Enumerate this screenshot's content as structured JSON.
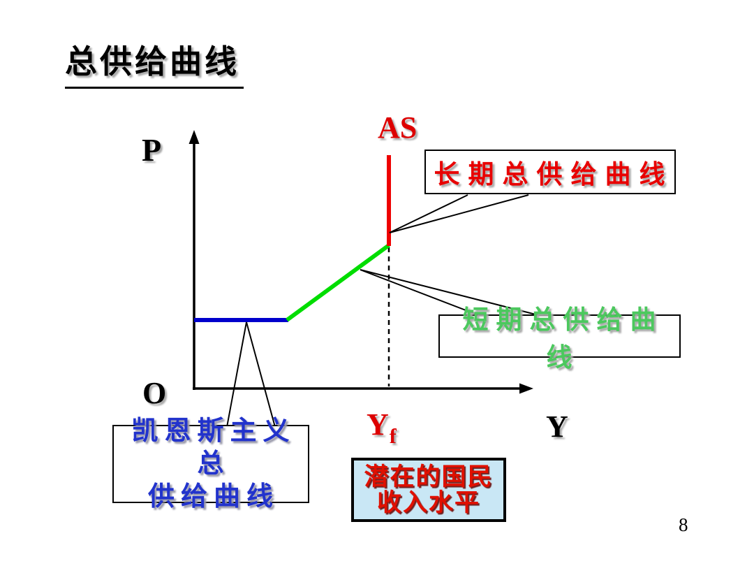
{
  "slide": {
    "title": "总供给曲线",
    "page_number": "8"
  },
  "diagram": {
    "as_label": "AS",
    "axis": {
      "y_label": "P",
      "origin_label": "O",
      "x_label": "Y"
    },
    "yf_marker": {
      "base": "Y",
      "subscript": "f"
    },
    "segments": {
      "keynesian_color": "#0000cc",
      "short_run_color": "#00dd00",
      "long_run_color": "#ee0000",
      "axis_color": "#000000",
      "dashed_guide_color": "#000000"
    },
    "callouts": {
      "long_run": {
        "text": "长期总供给曲线",
        "text_color": "#e80000"
      },
      "short_run": {
        "text": "短期总供给曲线",
        "text_color": "#4cc85e"
      },
      "keynesian": {
        "line1": "凯恩斯主义总",
        "line2": "供给曲线",
        "text_color": "#2233cc"
      },
      "potential": {
        "line1": "潜在的国民",
        "line2": "收入水平",
        "text_color": "#e01000",
        "bg_color": "#c9e7f5"
      }
    }
  }
}
